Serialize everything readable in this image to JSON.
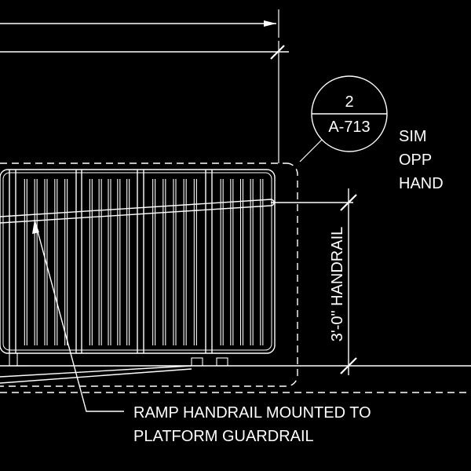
{
  "drawing": {
    "section_marker": {
      "number": "2",
      "sheet": "A-713"
    },
    "side_note": [
      "SIM",
      "OPP",
      "HAND"
    ],
    "dimension_label": "3'-0\" HANDRAIL",
    "callout": [
      "RAMP HANDRAIL MOUNTED TO",
      "PLATFORM GUARDRAIL"
    ]
  },
  "colors": {
    "background": "#000000",
    "linework": "#ffffff"
  }
}
